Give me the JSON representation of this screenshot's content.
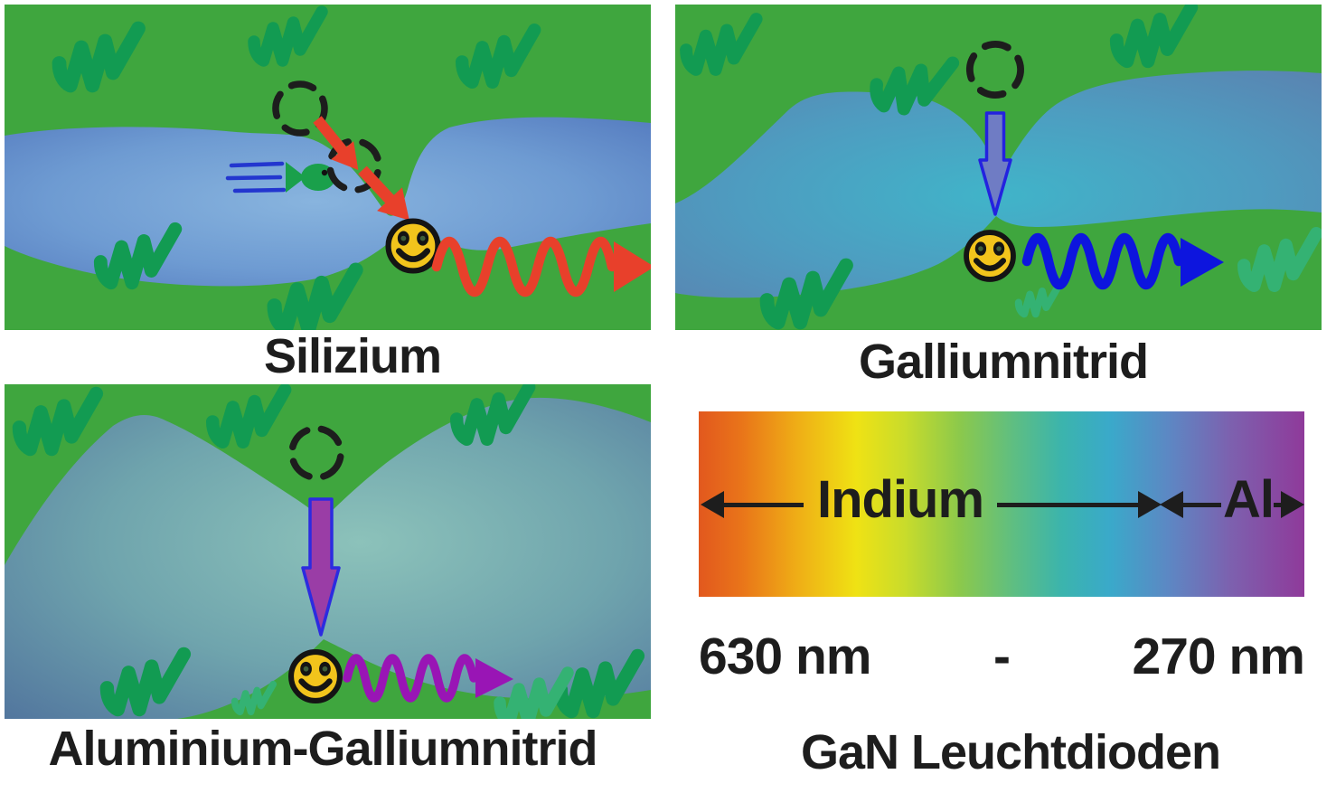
{
  "panels": {
    "silicon": {
      "label": "Silizium"
    },
    "gan": {
      "label": "Galliumnitrid"
    },
    "algan": {
      "label": "Aluminium-Galliumnitrid"
    },
    "led": {
      "label": "GaN Leuchtdioden"
    }
  },
  "spectrum": {
    "indium_label": "Indium",
    "al_label": "Al",
    "wavelength_start": "630 nm",
    "separator": "-",
    "wavelength_end": "270 nm",
    "gradient_stops": [
      [
        "0%",
        "#E2581E"
      ],
      [
        "7%",
        "#E97419"
      ],
      [
        "16%",
        "#EFAC16"
      ],
      [
        "26%",
        "#EFE214"
      ],
      [
        "34%",
        "#C9DC2B"
      ],
      [
        "43%",
        "#8CC94B"
      ],
      [
        "52%",
        "#5EBE82"
      ],
      [
        "60%",
        "#3BB4AD"
      ],
      [
        "68%",
        "#3AA9CA"
      ],
      [
        "78%",
        "#5E86C3"
      ],
      [
        "88%",
        "#7D60AE"
      ],
      [
        "100%",
        "#8F3A9A"
      ]
    ]
  },
  "water_gradients": {
    "g-water-si": [
      [
        "0",
        "#88B4DE"
      ],
      [
        "0.55",
        "#6E9BD2"
      ],
      [
        "1",
        "#5379BE"
      ]
    ],
    "g-water-gan": [
      [
        "0",
        "#40B4C9"
      ],
      [
        "0.5",
        "#4E9CC0"
      ],
      [
        "1",
        "#5C7FAE"
      ]
    ],
    "g-water-algan": [
      [
        "0",
        "#8CC2BA"
      ],
      [
        "0.5",
        "#6FA4AD"
      ],
      [
        "1",
        "#50739D"
      ]
    ]
  },
  "colors": {
    "panel-green": "#3FA63E",
    "grass-dark": "#129B52",
    "grass-light": "#34B273",
    "red": "#E8402B",
    "blue": "#0D15DE",
    "purple": "#9915B5",
    "gan-arrow-fill": "#6F7CC4",
    "gan-arrow-stroke": "#2322DF",
    "algan-arrow-fill": "#9A3DA6",
    "algan-arrow-stroke": "#2C2BE0",
    "smiley": "#F2C41C",
    "outline": "#141414",
    "ink": "#1D1D1D",
    "fish": "#1AA04B",
    "speedline": "#2336CF",
    "pupil": "#3E5E3A"
  },
  "icons": {
    "grass": "w-squiggle",
    "smiley": "photon-smiley",
    "dashed-circle": "electron-hole",
    "fish": "electron-fish",
    "wave": "photon-wave-arrow",
    "down-arrow": "recombination-arrow"
  }
}
